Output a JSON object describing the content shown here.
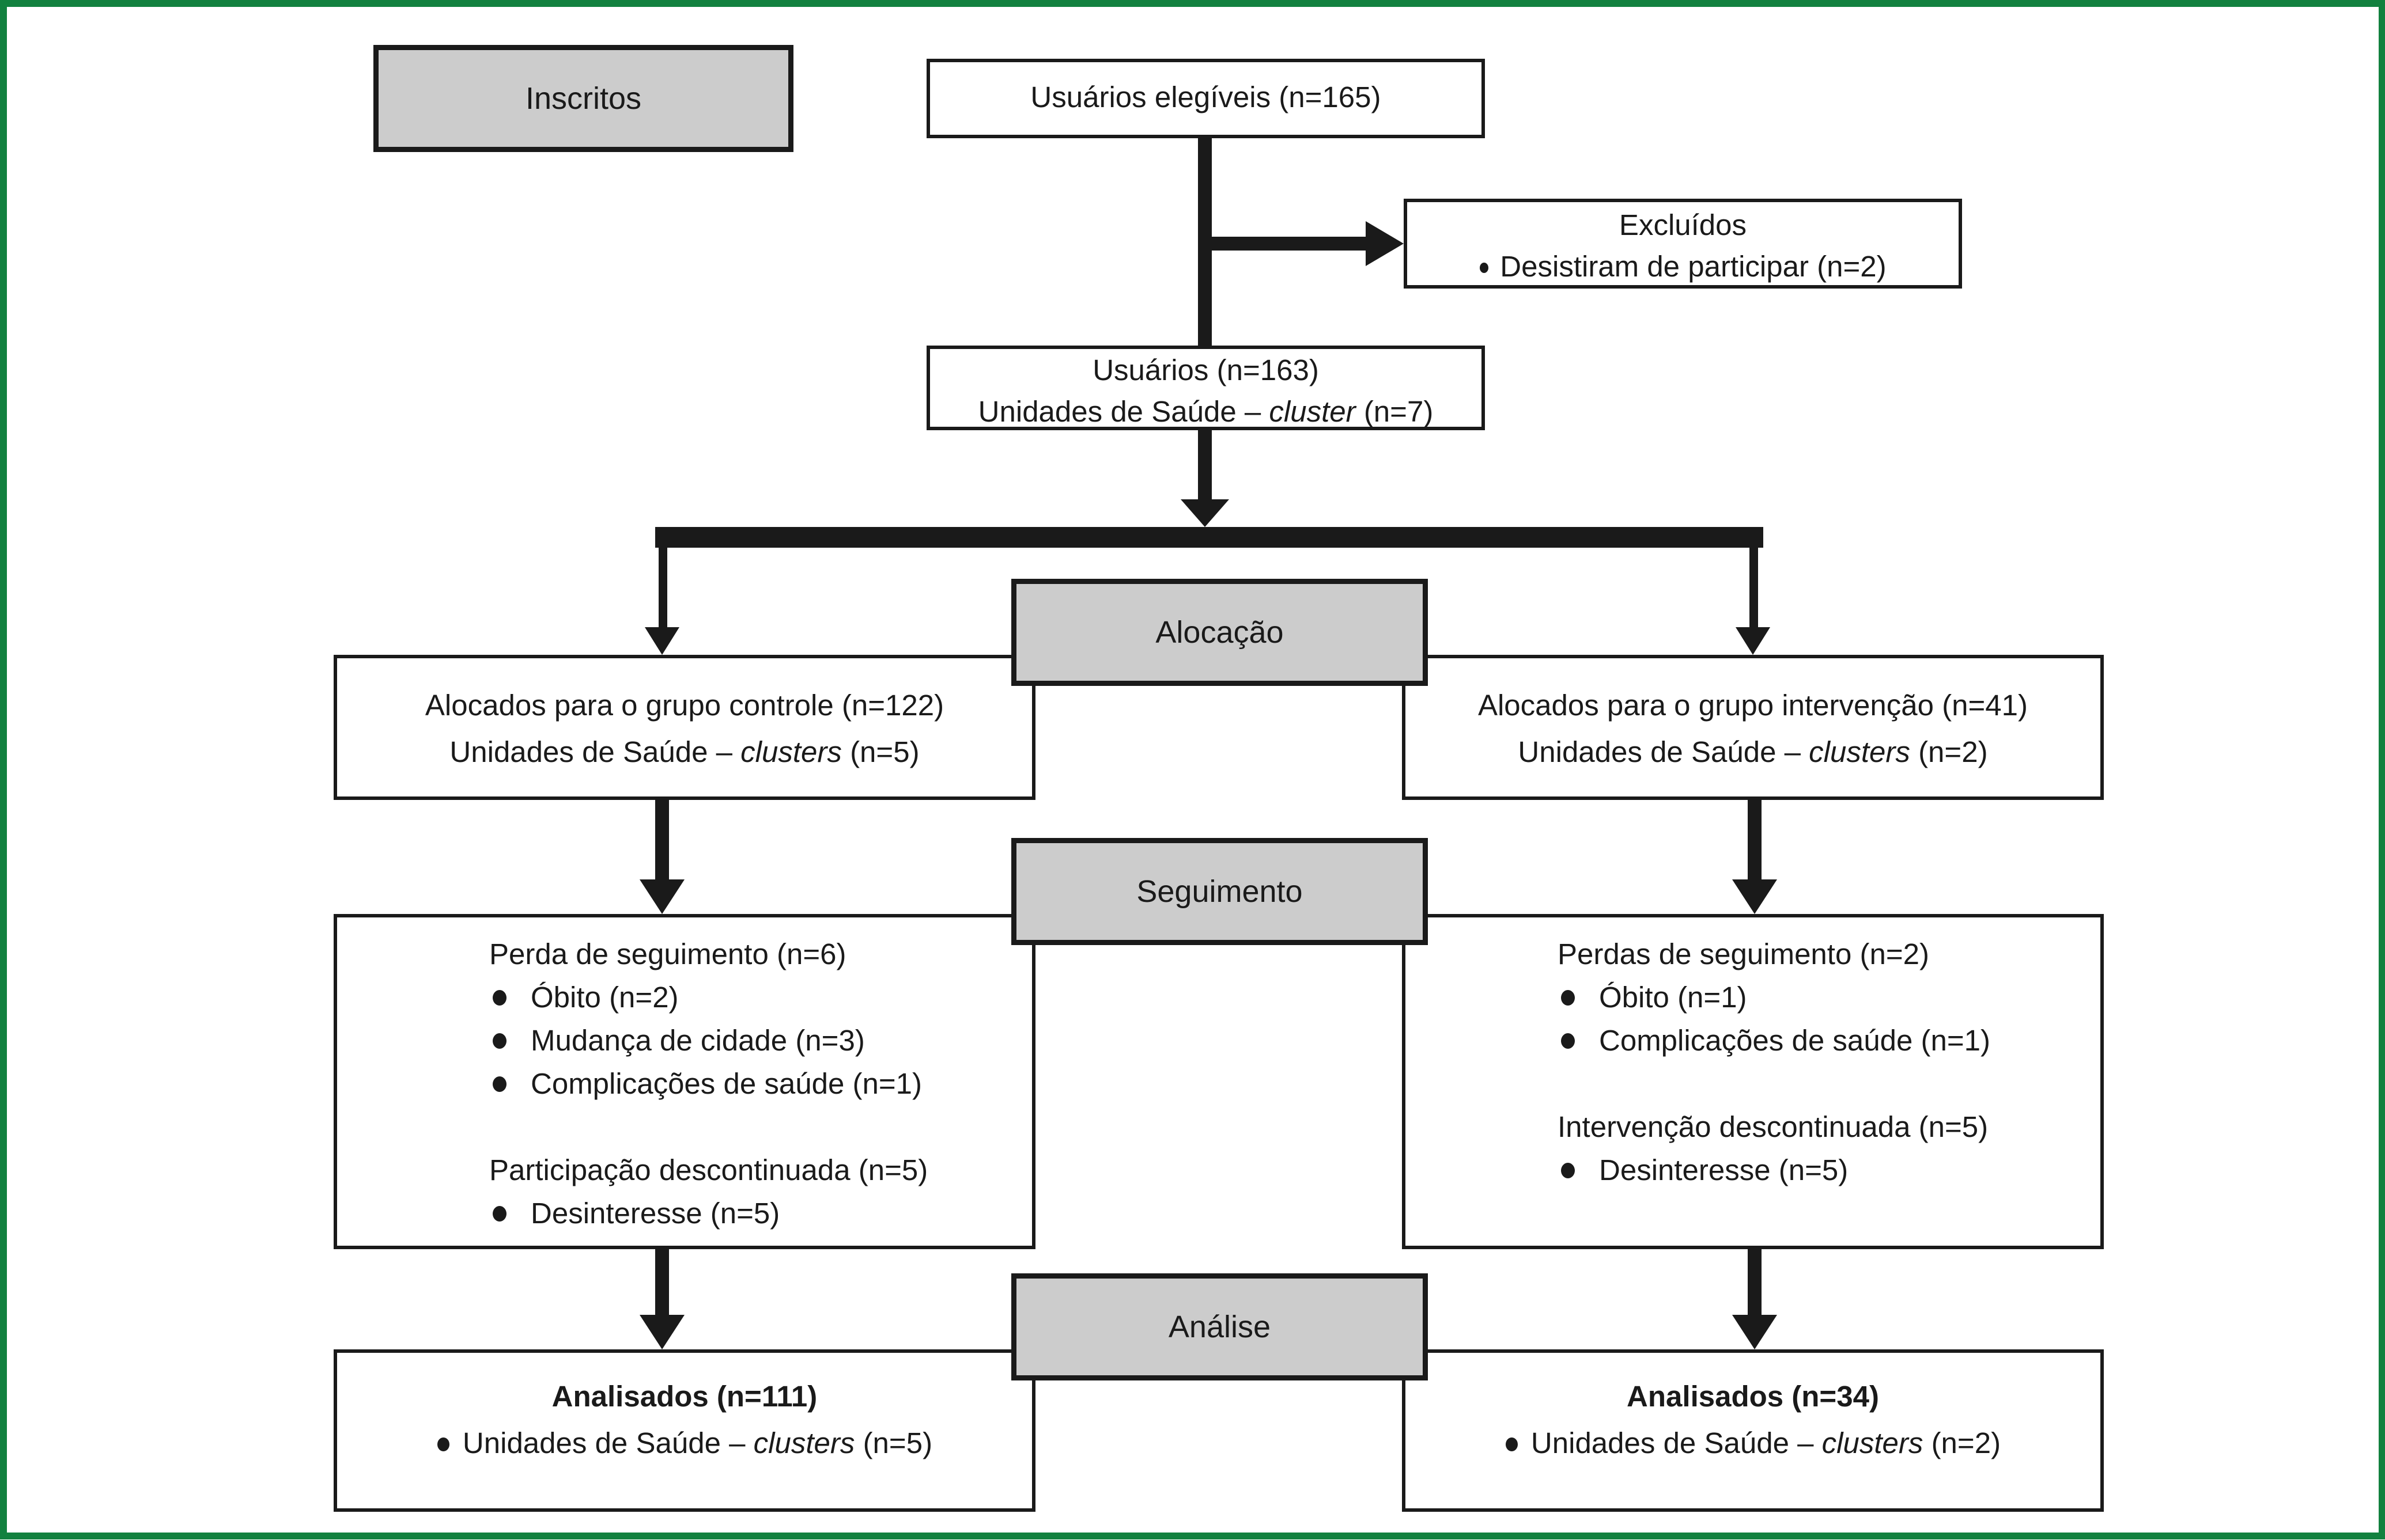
{
  "figure": {
    "frame_color": "#12813f",
    "stage_fill_color": "#cccccc",
    "line_color": "#1a1a1a"
  },
  "stages": {
    "inscritos": "Inscritos",
    "alocacao": "Alocação",
    "seguimento": "Seguimento",
    "analise": "Análise"
  },
  "boxes": {
    "eligible": {
      "text": "Usuários elegíveis (n=165)"
    },
    "excluded": {
      "title": "Excluídos",
      "item": "Desistiram de participar (n=2)"
    },
    "users": {
      "line1": "Usuários (n=163)",
      "line2_pre": "Unidades de Saúde – ",
      "line2_em": "cluster",
      "line2_post": " (n=7)"
    },
    "alloc_control": {
      "line1": "Alocados para o grupo controle (n=122)",
      "line2_pre": "Unidades de Saúde – ",
      "line2_em": "clusters",
      "line2_post": " (n=5)"
    },
    "alloc_intervention": {
      "line1": "Alocados para o grupo intervenção (n=41)",
      "line2_pre": "Unidades de Saúde – ",
      "line2_em": "clusters",
      "line2_post": " (n=2)"
    },
    "followup_control": {
      "heading1": "Perda de seguimento (n=6)",
      "bullets1": [
        "Óbito (n=2)",
        "Mudança de cidade (n=3)",
        "Complicações de saúde (n=1)"
      ],
      "heading2": "Participação descontinuada (n=5)",
      "bullets2": [
        "Desinteresse (n=5)"
      ]
    },
    "followup_intervention": {
      "heading1": "Perdas de seguimento (n=2)",
      "bullets1": [
        "Óbito (n=1)",
        "Complicações de saúde (n=1)"
      ],
      "heading2": "Intervenção descontinuada (n=5)",
      "bullets2": [
        "Desinteresse (n=5)"
      ]
    },
    "analysis_control": {
      "title": "Analisados (n=111)",
      "item_pre": "Unidades de Saúde – ",
      "item_em": "clusters",
      "item_post": " (n=5)"
    },
    "analysis_intervention": {
      "title": "Analisados (n=34)",
      "item_pre": "Unidades de Saúde – ",
      "item_em": "clusters",
      "item_post": " (n=2)"
    }
  }
}
